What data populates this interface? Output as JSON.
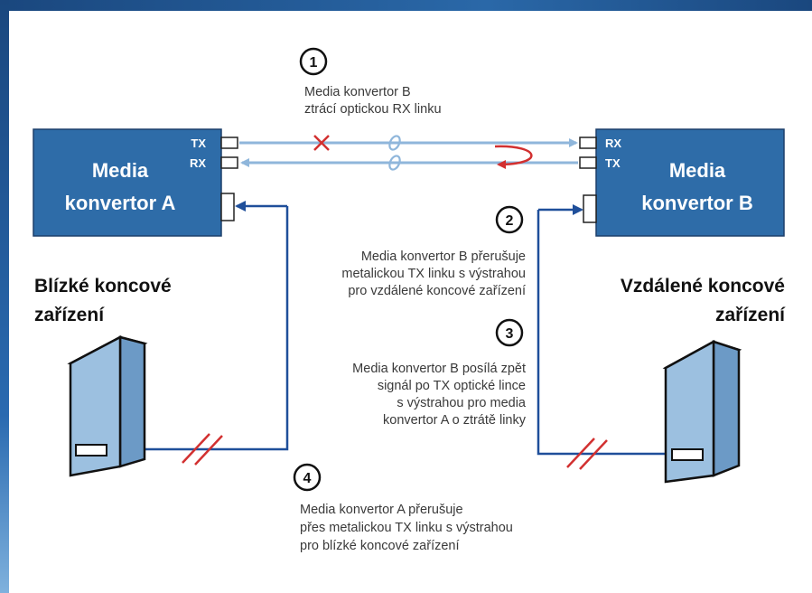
{
  "converter_a": {
    "line1": "Media",
    "line2": "konvertor  A",
    "port_top": "TX",
    "port_bottom": "RX"
  },
  "converter_b": {
    "line1": "Media",
    "line2": "konvertor  B",
    "port_top": "RX",
    "port_bottom": "TX"
  },
  "near_device": {
    "line1": "Blízké  koncové",
    "line2": "zařízení"
  },
  "far_device": {
    "line1": "Vzdálené  koncové",
    "line2": "zařízení"
  },
  "steps": [
    {
      "number": "1",
      "lines": [
        "Media  konvertor  B",
        "ztrácí  optickou  RX  linku"
      ]
    },
    {
      "number": "2",
      "lines": [
        "Media  konvertor  B  přerušuje",
        "metalickou  TX  linku  s  výstrahou",
        "pro  vzdálené  koncové  zařízení"
      ]
    },
    {
      "number": "3",
      "lines": [
        "Media  konvertor  B  posílá  zpět",
        "signál  po  TX  optické  lince",
        "s  výstrahou  pro  media",
        "konvertor  A  o  ztrátě  linky"
      ]
    },
    {
      "number": "4",
      "lines": [
        "Media  konvertor  A  přerušuje",
        "přes  metalickou  TX  linku  s  výstrahou",
        "pro  blízké  koncové  zařízení"
      ]
    }
  ],
  "colors": {
    "box_fill": "#2e6ca8",
    "fiber": "#8fb6db",
    "copper": "#1f4f9a",
    "alert": "#d23030",
    "device_front": "#9cc0e0",
    "device_side": "#6c9ac6"
  }
}
